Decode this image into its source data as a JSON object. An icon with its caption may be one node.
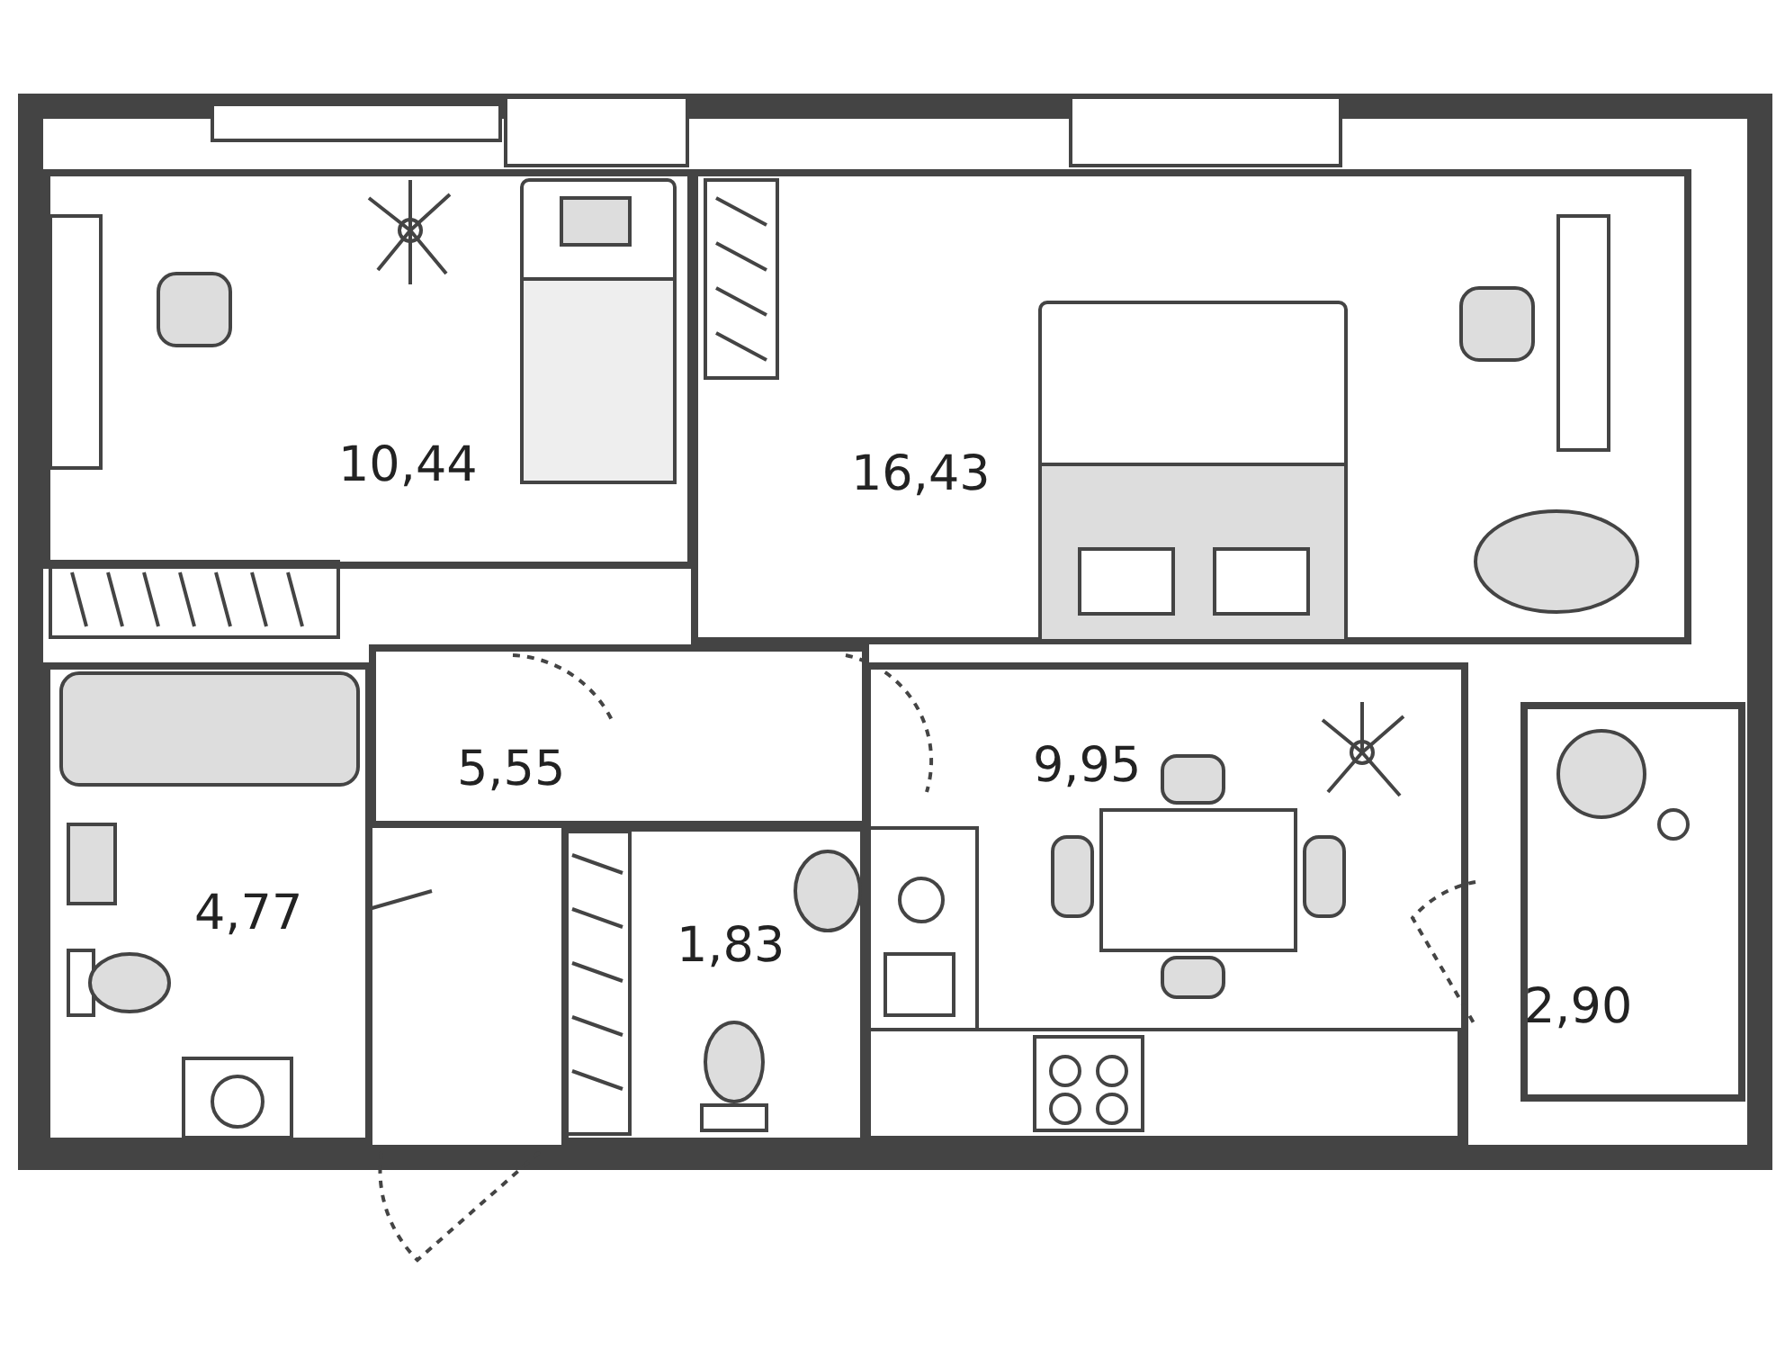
{
  "diagram": {
    "nodes": [
      {
        "text": [
          "10,44"
        ]
      },
      {
        "text": [
          "16,43"
        ]
      },
      {
        "text": [
          "5,55"
        ]
      },
      {
        "text": [
          "9,95"
        ]
      },
      {
        "text": [
          "4,77"
        ]
      },
      {
        "text": [
          "1,83"
        ]
      },
      {
        "text": [
          "2,90"
        ]
      }
    ]
  }
}
